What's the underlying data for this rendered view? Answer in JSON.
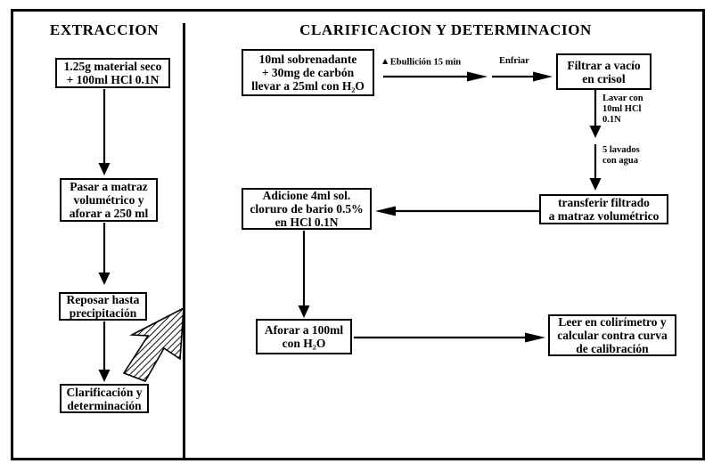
{
  "diagram": {
    "left_section": {
      "title": "EXTRACCION",
      "box1": "1.25g material seco\n+ 100ml HCl 0.1N",
      "box2": "Pasar a matraz\nvolumétrico y\naforar a 250 ml",
      "box3": "Reposar hasta\nprecipitación",
      "box4": "Clarificación y\ndeterminación"
    },
    "right_section": {
      "title": "CLARIFICACION Y DETERMINACION",
      "box1": "10ml sobrenadante\n+ 30mg de carbón\nllevar a 25ml con H₂O",
      "arrow1_delta": "▲",
      "arrow1_label": "Ebullición 15 min",
      "arrow2_label": "Enfriar",
      "box2": "Filtrar a vacío\nen crisol",
      "arrow3_label": "Lavar con\n10ml HCl\n0.1N",
      "arrow4_label": "5 lavados\ncon agua",
      "box3": "transferir filtrado\na matraz volumétrico",
      "box4": "Adicione 4ml sol.\ncloruro de bario 0.5%\nen HCl 0.1N",
      "box5": "Aforar a 100ml\ncon H₂O",
      "box6": "Leer en colirímetro y\ncalcular contra curva\nde calibración"
    },
    "colors": {
      "ink": "#000000",
      "paper": "#ffffff"
    }
  }
}
